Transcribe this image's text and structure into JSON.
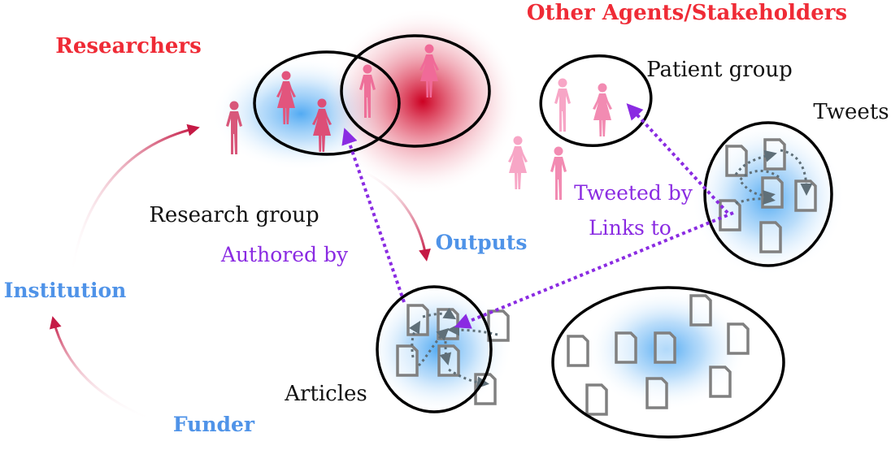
{
  "labels": {
    "researchers": "Researchers",
    "other_agents": "Other Agents/Stakeholders",
    "patient_group": "Patient group",
    "tweets": "Tweets",
    "research_group": "Research group",
    "tweeted_by": "Tweeted by",
    "links_to": "Links to",
    "authored_by": "Authored by",
    "outputs": "Outputs",
    "institution": "Institution",
    "articles": "Articles",
    "funder": "Funder"
  },
  "colors": {
    "red_label": "#ef2b36",
    "blue_label": "#4f93e8",
    "purple_arrow": "#8a2be2",
    "document_gray": "#808080",
    "person_dark_pink": "#d8577a",
    "person_pink": "#f07aa6",
    "person_light_pink": "#f7a6c6",
    "glow_blue": "#49a6f2",
    "glow_red": "#cc0022"
  },
  "icons": {
    "person": "person-icon",
    "document": "document-icon"
  }
}
